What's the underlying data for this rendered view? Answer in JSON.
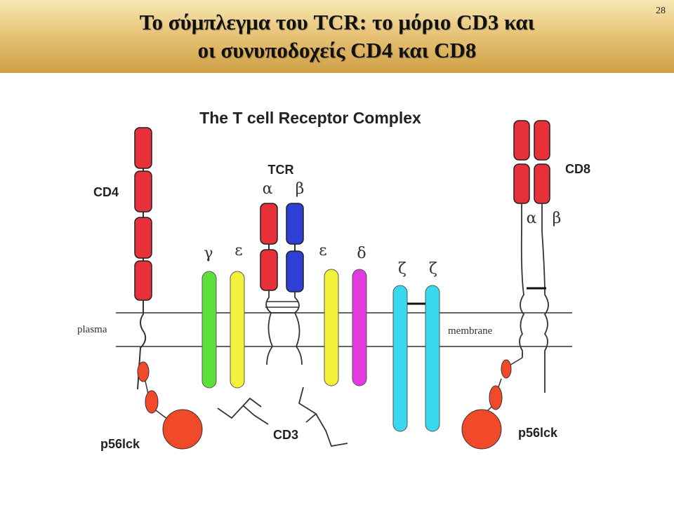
{
  "slide": {
    "title_line1": "Το σύμπλεγμα του TCR: το μόριο CD3 και",
    "title_line2": "οι συνυποδοχείς CD4 και CD8",
    "number": "28"
  },
  "diagram": {
    "heading": "The T cell Receptor Complex",
    "labels": {
      "cd4": "CD4",
      "cd8": "CD8",
      "tcr": "TCR",
      "cd3": "CD3",
      "p56lck_left": "p56lck",
      "p56lck_right": "p56lck",
      "plasma": "plasma",
      "membrane": "membrane"
    },
    "greek": {
      "tcr_alpha": "α",
      "tcr_beta": "β",
      "gamma": "γ",
      "epsilon_left": "ε",
      "epsilon_right": "ε",
      "delta": "δ",
      "zeta_left": "ζ",
      "zeta_right": "ζ",
      "cd8_alpha": "α",
      "cd8_beta": "β"
    },
    "colors": {
      "red_domain": "#e8303a",
      "blue_domain": "#2e3fd6",
      "gamma": "#5ee03a",
      "epsilon": "#f2f23a",
      "delta": "#e23ae0",
      "zeta": "#3ad8ee",
      "kinase": "#f04a2a"
    }
  }
}
